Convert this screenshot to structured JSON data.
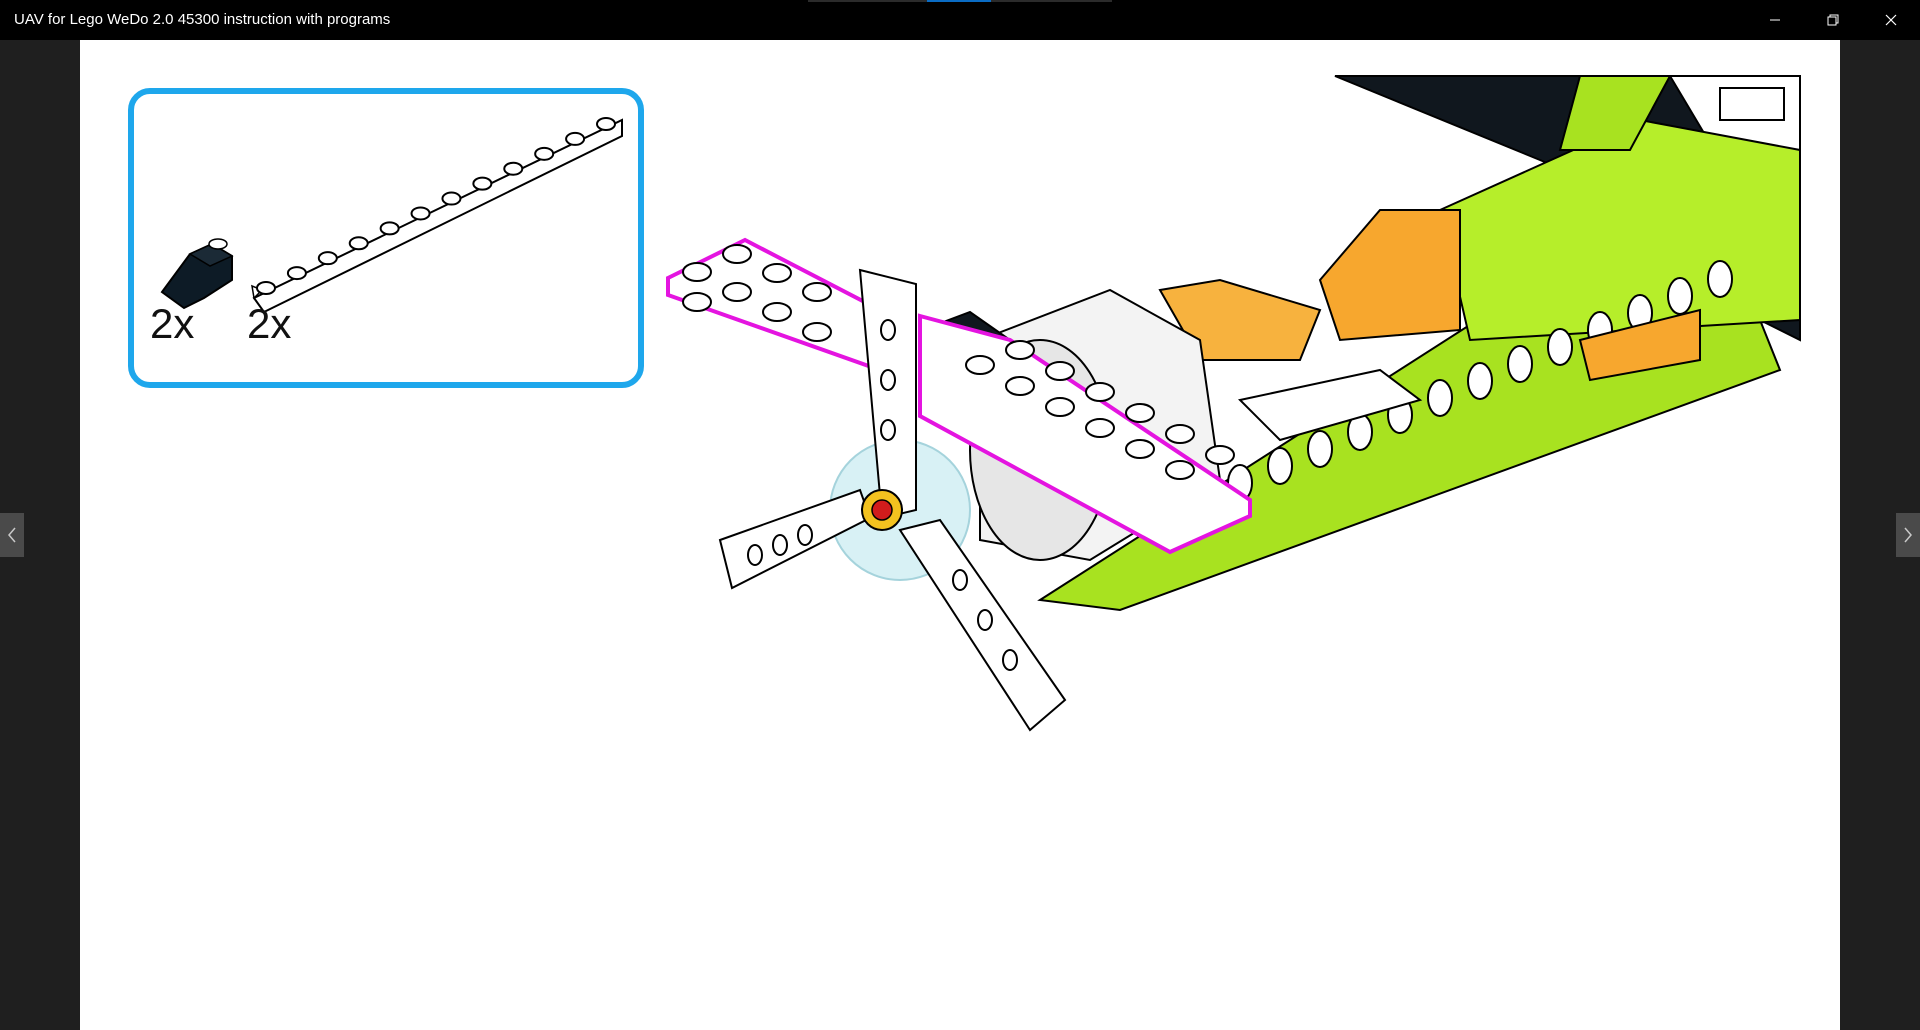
{
  "window": {
    "title": "UAV for Lego WeDo 2.0 45300 instruction with programs",
    "minimize_icon": "minimize-icon",
    "maximize_icon": "restore-icon",
    "close_icon": "close-icon"
  },
  "navigation": {
    "prev_icon": "chevron-left-icon",
    "next_icon": "chevron-right-icon"
  },
  "instruction_step": {
    "parts": [
      {
        "name": "slope brick 1x2",
        "color": "#0d1b26",
        "count_label": "2x"
      },
      {
        "name": "plate 1x12",
        "color": "#ffffff",
        "count_label": "2x"
      }
    ],
    "colors": {
      "parts_box_border": "#1ea7ec",
      "highlight": "#e414e0",
      "lime": "#a8e220",
      "orange": "#f7a72e",
      "dark": "#10171e"
    }
  }
}
